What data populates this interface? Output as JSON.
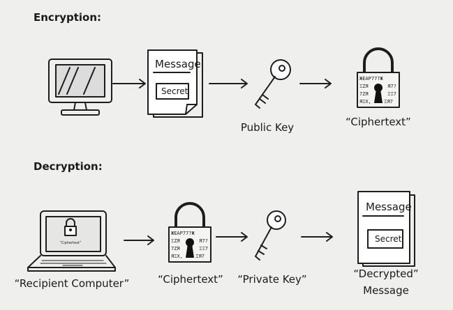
{
  "encryption": {
    "heading": "Encryption:",
    "message_doc": {
      "title": "Message",
      "secret": "Secret"
    },
    "key_label": "Public Key",
    "lock_label": "“Ciphertext”"
  },
  "decryption": {
    "heading": "Decryption:",
    "computer_label": "“Recipient Computer”",
    "screen_text": "“Ciphertext”",
    "lock_label": "“Ciphertext”",
    "key_label": "“Private Key”",
    "message_doc": {
      "title": "Message",
      "secret": "Secret"
    },
    "result_label_line1": "“Decrypted”",
    "result_label_line2": "Message"
  },
  "cipher_rows": [
    "ЖEAP77?Ж",
    "ΞZЯ   Я7?",
    "7ZЯ   ΞΞ7",
    "ЯΞX,  ΞЯ7"
  ]
}
